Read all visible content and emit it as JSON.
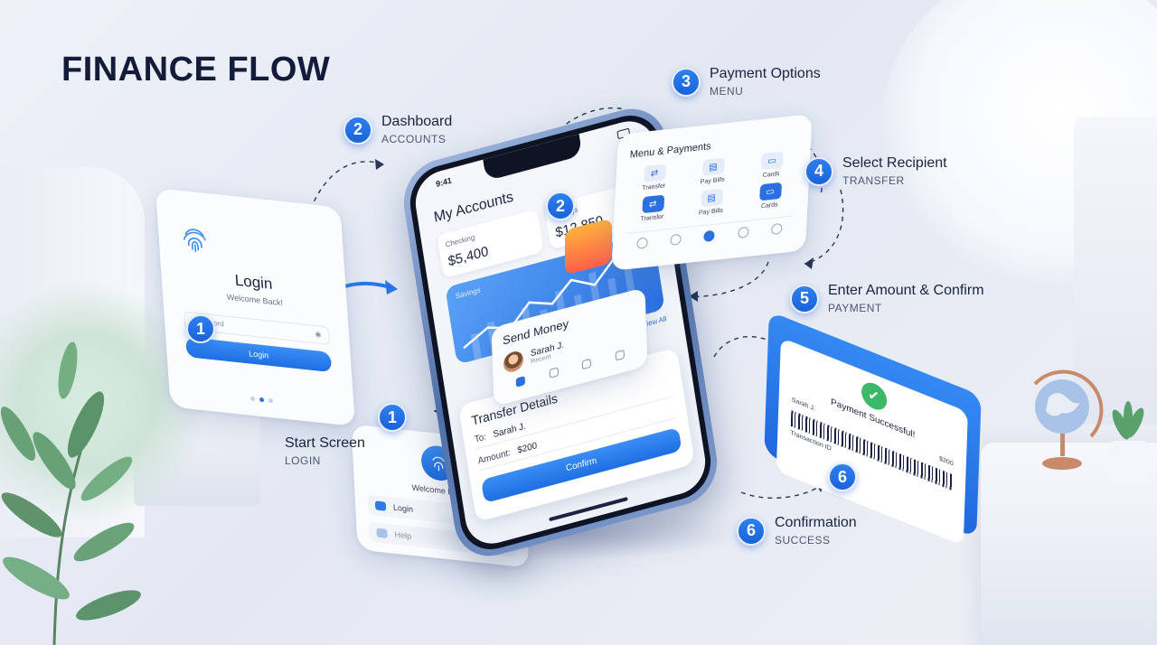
{
  "title": "FINANCE FLOW",
  "steps": [
    {
      "num": "1",
      "title": "Start Screen",
      "sub": "LOGIN"
    },
    {
      "num": "2",
      "title": "Dashboard",
      "sub": "ACCOUNTS"
    },
    {
      "num": "3",
      "title": "Payment Options",
      "sub": "MENU"
    },
    {
      "num": "4",
      "title": "Select Recipient",
      "sub": "TRANSFER"
    },
    {
      "num": "5",
      "title": "Enter Amount & Confirm",
      "sub": "PAYMENT"
    },
    {
      "num": "6",
      "title": "Confirmation",
      "sub": "SUCCESS"
    }
  ],
  "login_screen": {
    "title": "Login",
    "welcome": "Welcome Back!",
    "password_placeholder": "Password",
    "button": "Login",
    "badge": "1"
  },
  "start_card": {
    "welcome": "Welcome Back!",
    "row1": "Login",
    "row2": "Help"
  },
  "dashboard": {
    "time": "9:41",
    "title": "My Accounts",
    "accounts": [
      {
        "name": "Checking",
        "value": "$5,400"
      },
      {
        "name": "Savings",
        "value": "$12,850"
      }
    ],
    "chart_label": "Savings",
    "view_all": "View All",
    "badge": "2"
  },
  "send_money": {
    "title": "Send Money",
    "recipient": "Sarah J.",
    "recipient_sub": "Recent"
  },
  "transfer": {
    "title": "Transfer Details",
    "to_label": "To:",
    "to_value": "Sarah J.",
    "amount_label": "Amount:",
    "amount_value": "$200",
    "confirm": "Confirm"
  },
  "menu": {
    "title": "Menu & Payments",
    "items": [
      {
        "label": "Transfer",
        "icon": "swap-icon"
      },
      {
        "label": "Pay Bills",
        "icon": "bill-icon"
      },
      {
        "label": "Cards",
        "icon": "card-icon"
      },
      {
        "label": "Transfer",
        "icon": "swap-icon"
      },
      {
        "label": "Pay Bills",
        "icon": "bill-icon"
      },
      {
        "label": "Cards",
        "icon": "card-icon"
      }
    ]
  },
  "success": {
    "title": "Payment Successful!",
    "amount": "$200",
    "recipient_label": "Sarah J.",
    "txn_label": "Transaction ID",
    "badge": "6"
  },
  "colors": {
    "accent": "#1f6ee2",
    "title": "#141c3a",
    "success": "#3bb86a"
  }
}
